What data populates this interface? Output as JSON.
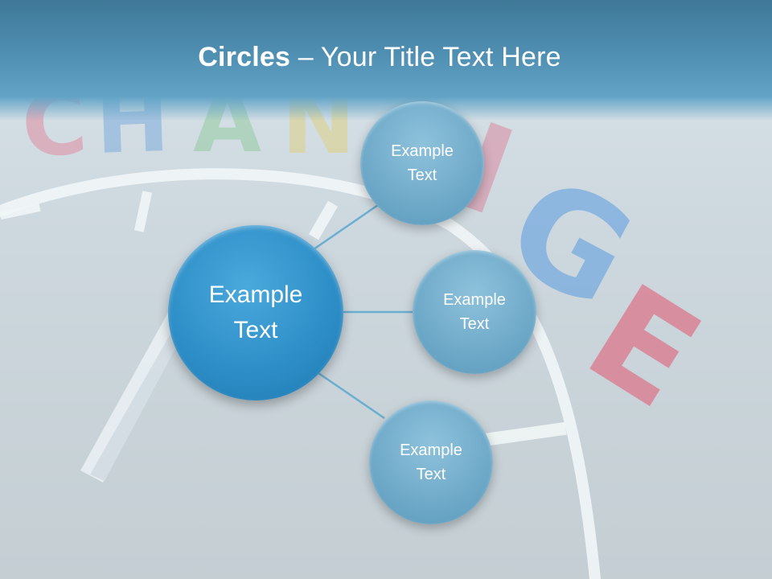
{
  "slide": {
    "title_bold": "Circles",
    "title_rest": " – Your Title Text Here"
  },
  "diagram": {
    "center": {
      "line1": "Example",
      "line2": "Text"
    },
    "nodes": [
      {
        "line1": "Example",
        "line2": "Text"
      },
      {
        "line1": "Example",
        "line2": "Text"
      },
      {
        "line1": "Example",
        "line2": "Text"
      }
    ]
  },
  "colors": {
    "header": "#4f8fb2",
    "center_circle": "#2e8fc8",
    "node_circle": "#6ea9c8",
    "connector": "#6aaed0"
  }
}
